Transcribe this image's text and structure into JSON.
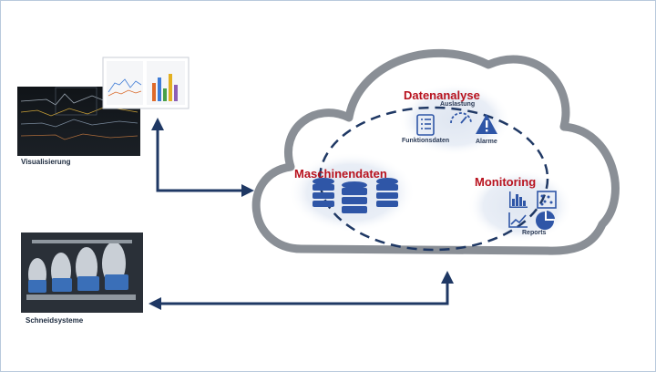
{
  "labels": {
    "visualisierung": "Visualisierung",
    "schneidsysteme": "Schneidsysteme"
  },
  "cloud": {
    "maschinendaten": {
      "title": "Maschinendaten"
    },
    "datenanalyse": {
      "title": "Datenanalyse",
      "auslastung": "Auslastung",
      "funktionsdaten": "Funktionsdaten",
      "alarme": "Alarme"
    },
    "monitoring": {
      "title": "Monitoring",
      "reports": "Reports"
    }
  },
  "colors": {
    "heading": "#b8121e",
    "icon": "#2f56a7",
    "arrow": "#1f3864",
    "cloud_border": "#8a8f96"
  },
  "icons": [
    "database-icon",
    "list-icon",
    "gauge-icon",
    "warning-icon",
    "bar-chart-icon",
    "scatter-chart-icon",
    "line-chart-icon",
    "pie-chart-icon"
  ]
}
